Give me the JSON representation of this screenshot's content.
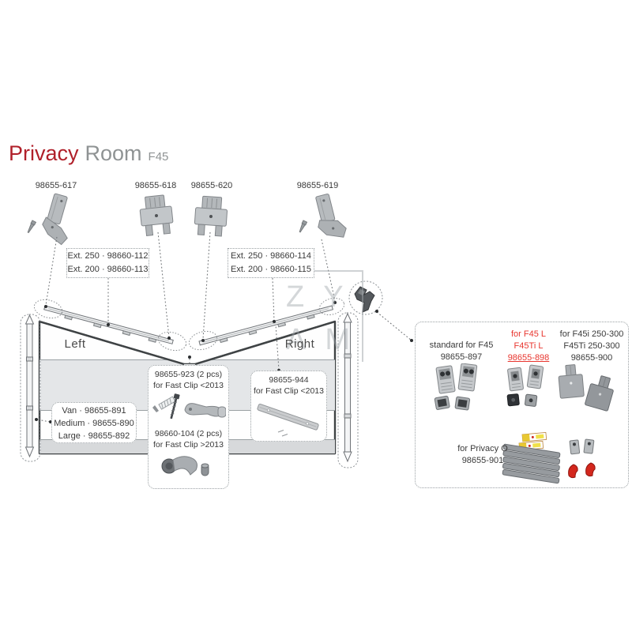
{
  "title": {
    "red": "Privacy",
    "gray": "Room",
    "suffix": "F45"
  },
  "top_parts": [
    {
      "label": "98655-617"
    },
    {
      "label": "98655-618"
    },
    {
      "label": "98655-620"
    },
    {
      "label": "98655-619"
    }
  ],
  "ext_boxes": [
    {
      "line1": "Ext. 250 · 98660-112",
      "line2": "Ext. 200 · 98660-113"
    },
    {
      "line1": "Ext. 250 · 98660-114",
      "line2": "Ext. 200 · 98660-115"
    }
  ],
  "awning": {
    "left": "Left",
    "right": "Right"
  },
  "size_box": {
    "line1": "Van · 98655-891",
    "line2": "Medium · 98655-890",
    "line3": "Large · 98655-892"
  },
  "fastclip_box": {
    "title1": "98655-923 (2 pcs)",
    "subtitle1": "for Fast Clip <2013",
    "title2": "98660-104 (2 pcs)",
    "subtitle2": "for Fast Clip >2013"
  },
  "bar_box": {
    "title": "98655-944",
    "subtitle": "for Fast Clip <2013"
  },
  "kits": {
    "col1": {
      "line1": "standard for F45",
      "line2": "98655-897"
    },
    "col2": {
      "line1": "for F45 L",
      "line2": "F45Ti L",
      "line3": "98655-898"
    },
    "col3": {
      "line1": "for F45i 250-300",
      "line2": "F45Ti 250-300",
      "line3": "98655-900"
    },
    "privacy": {
      "line1": "for Privacy O",
      "line2": "98655-901"
    }
  },
  "watermark": {
    "row1": "ZY",
    "row2": "AM"
  },
  "colors": {
    "title_red": "#b0202a",
    "accent_red": "#e8352e",
    "band_light": "#e4e6e8",
    "band_dark": "#d7d9db",
    "hook_red": "#d3271d"
  }
}
